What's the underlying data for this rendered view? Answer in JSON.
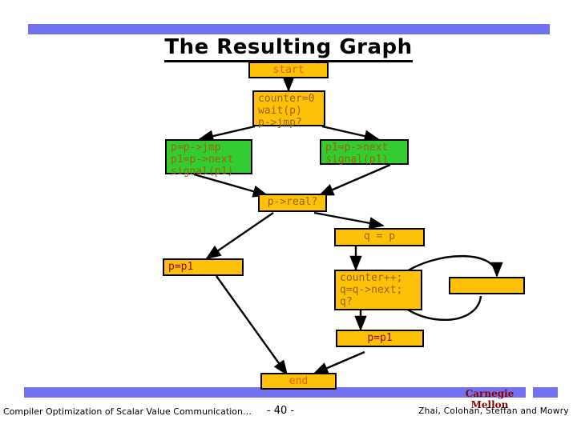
{
  "slide": {
    "title": "The Resulting Graph",
    "page_number": "- 40 -",
    "accent_color": "#7272f0",
    "node_orange": "#ffc107",
    "node_green": "#33cc33"
  },
  "footer": {
    "left_text": "Compiler Optimization of Scalar Value Communication…",
    "institution": "Carnegie Mellon",
    "authors": "Zhai, Colohan, Steffan and Mowry"
  },
  "graph": {
    "nodes": [
      {
        "id": "start",
        "label": "start",
        "fill": "orange",
        "text_color": "orange"
      },
      {
        "id": "header",
        "label": "counter=0\nwait(p)\np->jmp?",
        "fill": "orange",
        "text_color": "brown"
      },
      {
        "id": "left-body",
        "label": "p=p->jmp\np1=p->next\nsignal(p1)",
        "fill": "green",
        "text_color": "brown"
      },
      {
        "id": "right-body",
        "label": "p1=p->next\nsignal(p1)",
        "fill": "green",
        "text_color": "brown"
      },
      {
        "id": "real",
        "label": "p->real?",
        "fill": "orange",
        "text_color": "brown"
      },
      {
        "id": "qp",
        "label": "q = p",
        "fill": "orange",
        "text_color": "brown"
      },
      {
        "id": "ppl-left",
        "label": "p=p1",
        "fill": "orange",
        "text_color": "darkred"
      },
      {
        "id": "loop",
        "label": "counter++;\nq=q->next;\nq?",
        "fill": "orange",
        "text_color": "brown"
      },
      {
        "id": "blank",
        "label": "",
        "fill": "orange",
        "text_color": "brown"
      },
      {
        "id": "ppl-bottom",
        "label": "p=p1",
        "fill": "orange",
        "text_color": "darkred"
      },
      {
        "id": "end",
        "label": "end",
        "fill": "orange",
        "text_color": "orange"
      }
    ],
    "edges": [
      {
        "from": "start",
        "to": "header"
      },
      {
        "from": "header",
        "to": "left-body"
      },
      {
        "from": "header",
        "to": "right-body"
      },
      {
        "from": "left-body",
        "to": "real"
      },
      {
        "from": "right-body",
        "to": "real"
      },
      {
        "from": "real",
        "to": "ppl-left"
      },
      {
        "from": "real",
        "to": "qp"
      },
      {
        "from": "qp",
        "to": "loop"
      },
      {
        "from": "loop",
        "to": "blank"
      },
      {
        "from": "blank",
        "to": "loop"
      },
      {
        "from": "loop",
        "to": "ppl-bottom"
      },
      {
        "from": "ppl-left",
        "to": "end"
      },
      {
        "from": "ppl-bottom",
        "to": "end"
      }
    ]
  }
}
